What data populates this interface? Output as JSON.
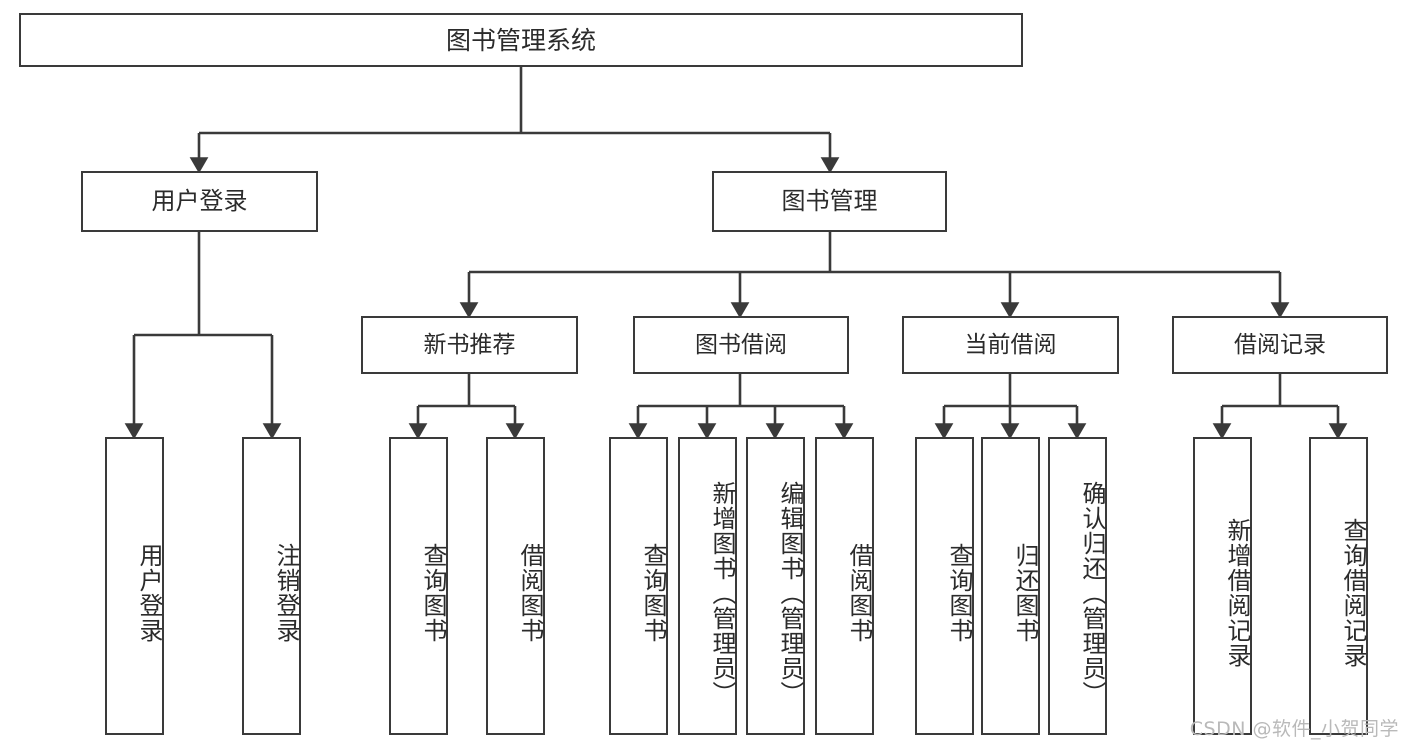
{
  "diagram": {
    "title": "图书管理系统",
    "watermark": "CSDN @软件_小贺同学",
    "line_color": "#3a3a3a",
    "text_color": "#2b2b2b",
    "background_color": "#ffffff",
    "watermark_color": "#b9b9b9"
  },
  "nodes": {
    "root": {
      "label": "图书管理系统"
    },
    "user_login": {
      "label": "用户登录"
    },
    "book_manage": {
      "label": "图书管理"
    },
    "new_book_rec": {
      "label": "新书推荐"
    },
    "book_borrow": {
      "label": "图书借阅"
    },
    "current_borrow": {
      "label": "当前借阅"
    },
    "borrow_record": {
      "label": "借阅记录"
    },
    "leaf_user_login": {
      "label": "用户登录"
    },
    "leaf_logout": {
      "label": "注销登录"
    },
    "leaf_query_book_a": {
      "label": "查询图书"
    },
    "leaf_borrow_book_a": {
      "label": "借阅图书"
    },
    "leaf_query_book_b": {
      "label": "查询图书"
    },
    "leaf_add_book": {
      "label": "新增图书（管理员）"
    },
    "leaf_edit_book": {
      "label": "编辑图书（管理员）"
    },
    "leaf_borrow_book_b": {
      "label": "借阅图书"
    },
    "leaf_query_book_c": {
      "label": "查询图书"
    },
    "leaf_return_book": {
      "label": "归还图书"
    },
    "leaf_confirm_return": {
      "label": "确认归还（管理员）"
    },
    "leaf_add_record": {
      "label": "新增借阅记录"
    },
    "leaf_query_record": {
      "label": "查询借阅记录"
    }
  },
  "tree": {
    "root_label": "图书管理系统",
    "children": [
      {
        "label": "用户登录",
        "children": [
          {
            "label": "用户登录"
          },
          {
            "label": "注销登录"
          }
        ]
      },
      {
        "label": "图书管理",
        "children": [
          {
            "label": "新书推荐",
            "children": [
              {
                "label": "查询图书"
              },
              {
                "label": "借阅图书"
              }
            ]
          },
          {
            "label": "图书借阅",
            "children": [
              {
                "label": "查询图书"
              },
              {
                "label": "新增图书（管理员）"
              },
              {
                "label": "编辑图书（管理员）"
              },
              {
                "label": "借阅图书"
              }
            ]
          },
          {
            "label": "当前借阅",
            "children": [
              {
                "label": "查询图书"
              },
              {
                "label": "归还图书"
              },
              {
                "label": "确认归还（管理员）"
              }
            ]
          },
          {
            "label": "借阅记录",
            "children": [
              {
                "label": "新增借阅记录"
              },
              {
                "label": "查询借阅记录"
              }
            ]
          }
        ]
      }
    ]
  }
}
